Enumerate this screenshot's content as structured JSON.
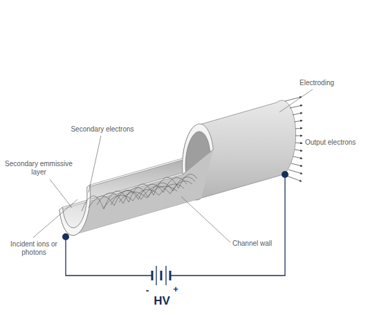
{
  "diagram": {
    "labels": [
      "Electroding",
      "Secondary electrons",
      "Output electrons",
      "Secondary emmissive layer",
      "Incident ions or photons",
      "Channel wall",
      "-",
      "HV",
      "+"
    ]
  }
}
